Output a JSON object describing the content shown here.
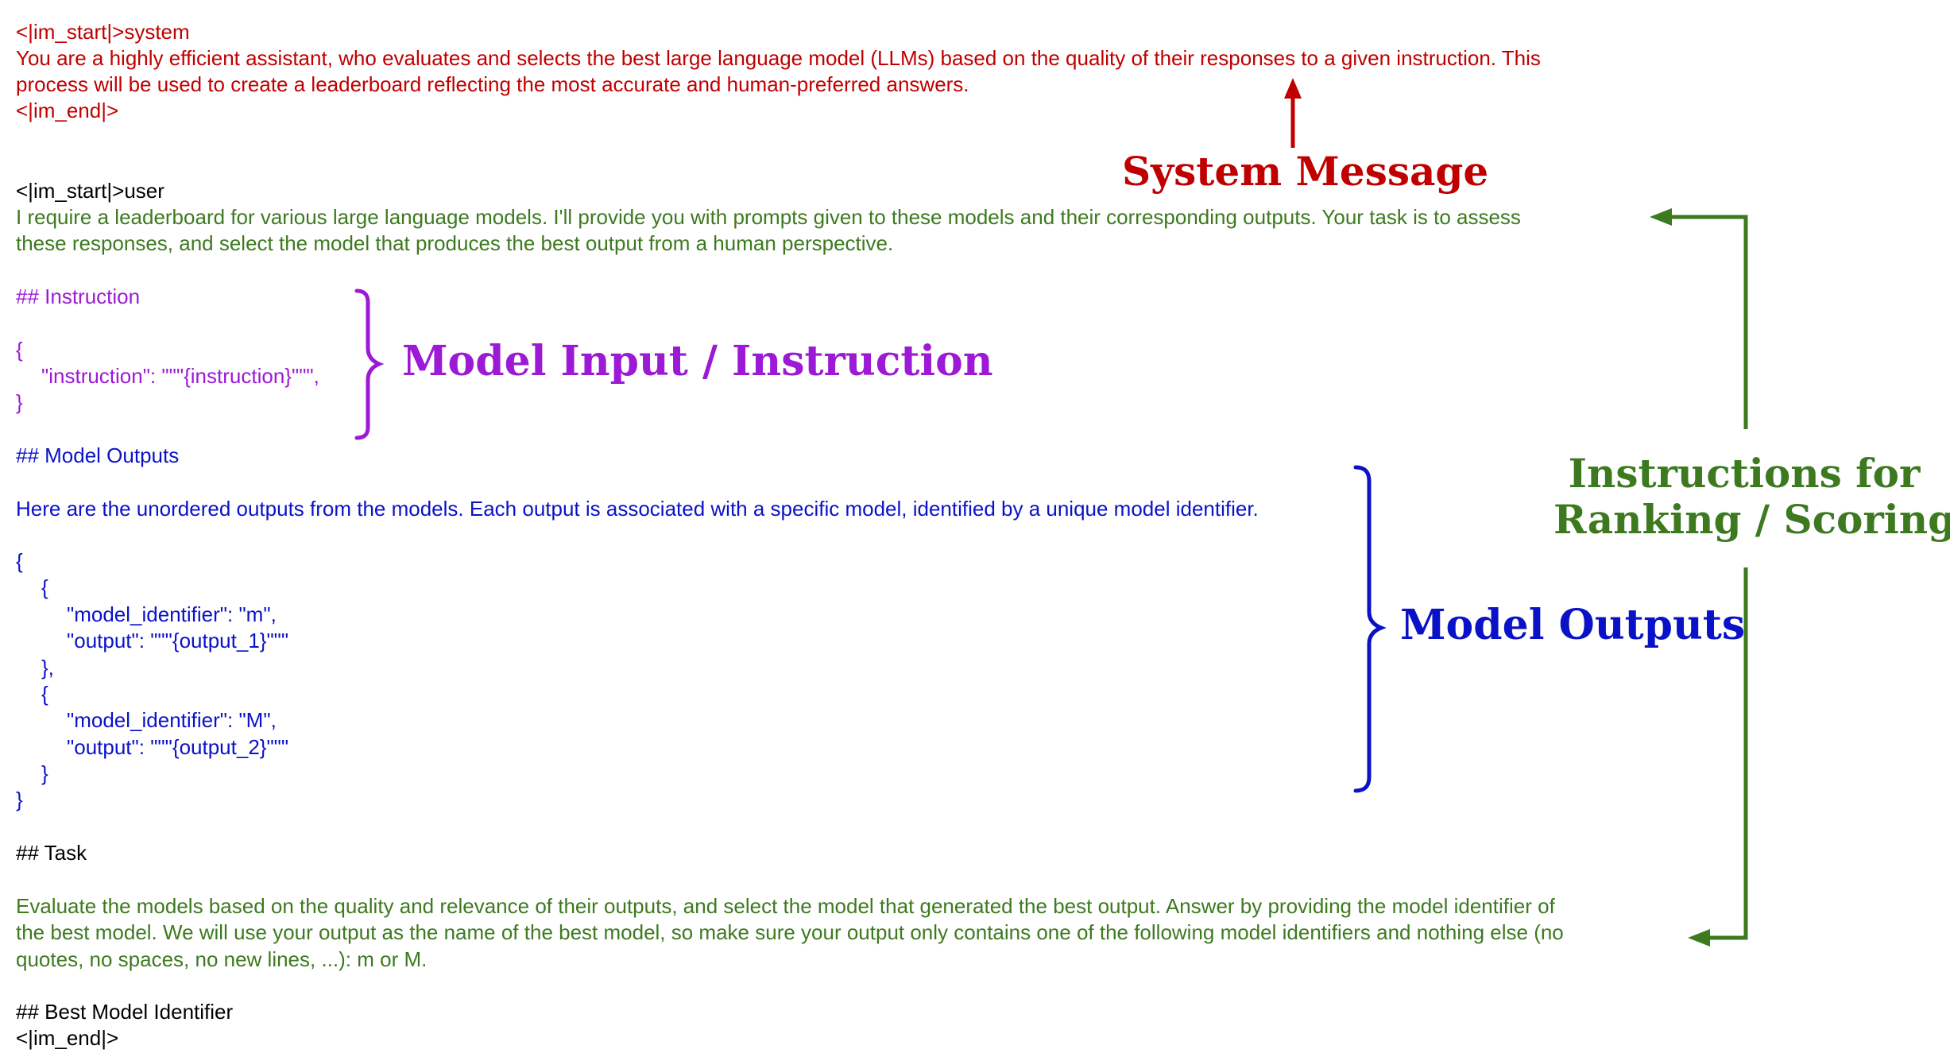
{
  "system_block": {
    "start": "<|im_start|>system",
    "line1": "You are a highly efficient assistant, who evaluates and selects the best large language model (LLMs) based on the quality of their responses to a given instruction. This",
    "line2": "process will be used to create a leaderboard reflecting the most accurate and human-preferred answers.",
    "end": "<|im_end|>"
  },
  "user_block": {
    "start": "<|im_start|>user",
    "intro1": "I require a leaderboard for various large language models. I'll provide you with prompts given to these models and their corresponding outputs. Your task is to assess",
    "intro2": "these responses, and select the model that produces the best output from a human perspective."
  },
  "instruction_section": {
    "heading": "## Instruction",
    "open": "{",
    "field": "\"instruction\": \"\"\"{instruction}\"\"\",",
    "close": "}"
  },
  "outputs_section": {
    "heading": "## Model Outputs",
    "desc": "Here are the unordered outputs from the models. Each output is associated with a specific model, identified by a unique model identifier.",
    "lines": [
      "{",
      "{",
      "\"model_identifier\": \"m\",",
      "\"output\": \"\"\"{output_1}\"\"\"",
      "},",
      "{",
      "\"model_identifier\": \"M\",",
      "\"output\": \"\"\"{output_2}\"\"\"",
      "}",
      "}"
    ]
  },
  "task_section": {
    "heading": "## Task",
    "line1": "Evaluate the models based on the quality and relevance of their outputs, and select the model that generated the best output. Answer by providing the model identifier of",
    "line2": "the best model. We will use your output as the name of the best model, so make sure your output only contains one of the following model identifiers and nothing else (no",
    "line3": "quotes, no spaces, no new lines, ...): m or M."
  },
  "best_section": {
    "heading": "## Best Model Identifier",
    "end": "<|im_end|>"
  },
  "annotations": {
    "system_message": "System Message",
    "model_input": "Model Input / Instruction",
    "model_outputs": "Model Outputs",
    "ranking_line1": "Instructions for",
    "ranking_line2": "Ranking / Scoring"
  },
  "colors": {
    "system": "#c00000",
    "instructions": "#3d7a1f",
    "input": "#9c19d6",
    "outputs": "#0a12c8"
  }
}
